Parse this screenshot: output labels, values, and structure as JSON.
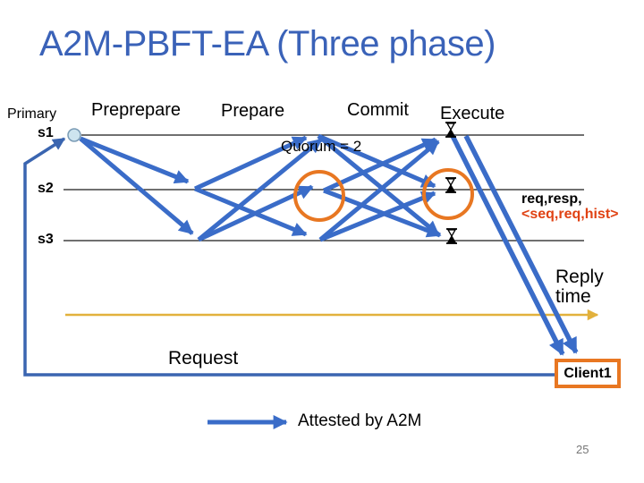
{
  "slide": {
    "title": "A2M-PBFT-EA (Three phase)",
    "page_number": "25"
  },
  "colors": {
    "title_blue": "#3A62B8",
    "arrow_blue": "#3A6CC8",
    "request_blue": "#3A65B0",
    "circle_orange": "#E87722",
    "highlight_red": "#E04213",
    "reply_yellow": "#E2B13C"
  },
  "diagram": {
    "primary_label": "Primary",
    "replicas": [
      {
        "label": "s1"
      },
      {
        "label": "s2"
      },
      {
        "label": "s3"
      }
    ],
    "phases": [
      {
        "label": "Preprepare"
      },
      {
        "label": "Prepare"
      },
      {
        "label": "Commit"
      },
      {
        "label": "Execute"
      }
    ],
    "quorum_note": "Quorum = 2",
    "message_note_line1": "req,resp,",
    "message_note_line2": "<seq,req,hist>",
    "reply_time_line1": "Reply",
    "reply_time_line2": "time",
    "request_label": "Request",
    "client_label": "Client1",
    "execute_icon": "hourglass-icon",
    "messages": [
      {
        "phase": "request",
        "from": "Client1",
        "to": "s1"
      },
      {
        "phase": "preprepare",
        "from": "s1",
        "to": "s2"
      },
      {
        "phase": "preprepare",
        "from": "s1",
        "to": "s3"
      },
      {
        "phase": "prepare",
        "from": "s2",
        "to": "s1"
      },
      {
        "phase": "prepare",
        "from": "s2",
        "to": "s3"
      },
      {
        "phase": "prepare",
        "from": "s3",
        "to": "s1"
      },
      {
        "phase": "prepare",
        "from": "s3",
        "to": "s2"
      },
      {
        "phase": "commit",
        "from": "s1",
        "to": "s2"
      },
      {
        "phase": "commit",
        "from": "s1",
        "to": "s3"
      },
      {
        "phase": "commit",
        "from": "s2",
        "to": "s1"
      },
      {
        "phase": "commit",
        "from": "s2",
        "to": "s3"
      },
      {
        "phase": "commit",
        "from": "s3",
        "to": "s1"
      },
      {
        "phase": "commit",
        "from": "s3",
        "to": "s2"
      },
      {
        "phase": "reply",
        "from": "replicas",
        "to": "Client1",
        "count": 2
      }
    ]
  },
  "legend": {
    "attested_label": "Attested by A2M"
  }
}
